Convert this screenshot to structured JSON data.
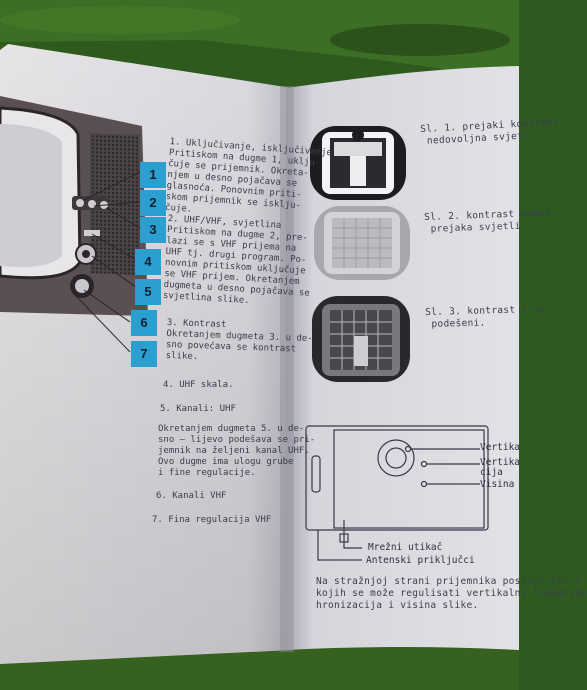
{
  "left_page": {
    "numbers": [
      "1",
      "2",
      "3",
      "4",
      "5",
      "6",
      "7"
    ],
    "items": [
      "1. Uključivanje, isključivanje\nPritiskom na dugme 1, uklju-\nčuje se prijemnik. Okreta-\nnjem u desno pojačava se\nglasnoća. Ponovnim priti-\nskom prijemnik se isklju-\nčuje.",
      "2. UHF/VHF, svjetlina\nPritiskom na dugme 2, pre-\nlazi se s VHF prijema na\nUHF tj. drugi program. Po-\nnovnim pritiskom uključuje\nse VHF prijem. Okretanjem\ndugmeta u desno pojačava se\nsvjetlina slike.",
      "3. Kontrast\nOkretanjem dugmeta 3. u de-\nsno povećava se kontrast\nslike.",
      "4. UHF skala.",
      "5. Kanali: UHF",
      "Okretanjem dugmeta 5. u de-\nsno – lijevo podešava se pri-\njemnik na željeni kanal UHF.\nOvo dugme ima ulogu grube\ni fine regulacije.",
      "6. Kanali VHF",
      "7. Fina regulacija VHF"
    ]
  },
  "right_page": {
    "captions": [
      "Sl. 1. prejaki kontrast\n nedovoljna svjetl",
      "Sl. 2. kontrast nedov\n prejaka svjetli",
      "Sl. 3. kontrast i sv\n podešeni."
    ],
    "panel_labels": [
      "Vertika",
      "Vertika\ncija",
      "Visina"
    ],
    "back_labels": [
      "Mrežni utikač",
      "Antenski priključci"
    ],
    "bottom_text": "Na stražnjoj strani prijemnika postoje tri c\nkojih se može regulisati vertikalni linearite\nhronizacija i visina slike."
  }
}
